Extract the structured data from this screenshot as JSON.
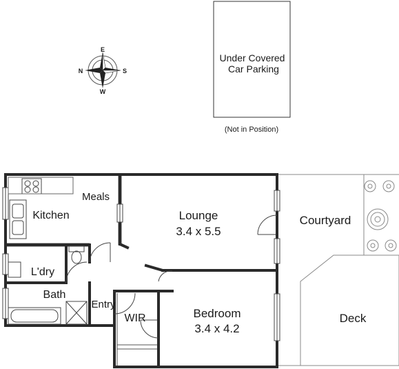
{
  "compass": {
    "n": "N",
    "e": "E",
    "s": "S",
    "w": "W"
  },
  "parking": {
    "line1": "Under Covered",
    "line2": "Car Parking",
    "note": "(Not in Position)"
  },
  "rooms": {
    "kitchen": "Kitchen",
    "meals": "Meals",
    "lounge": "Lounge",
    "lounge_size": "3.4 x 5.5",
    "laundry": "L'dry",
    "bath": "Bath",
    "entry": "Entry",
    "wir": "WIR",
    "bedroom": "Bedroom",
    "bedroom_size": "3.4 x 4.2",
    "courtyard": "Courtyard",
    "deck": "Deck"
  }
}
